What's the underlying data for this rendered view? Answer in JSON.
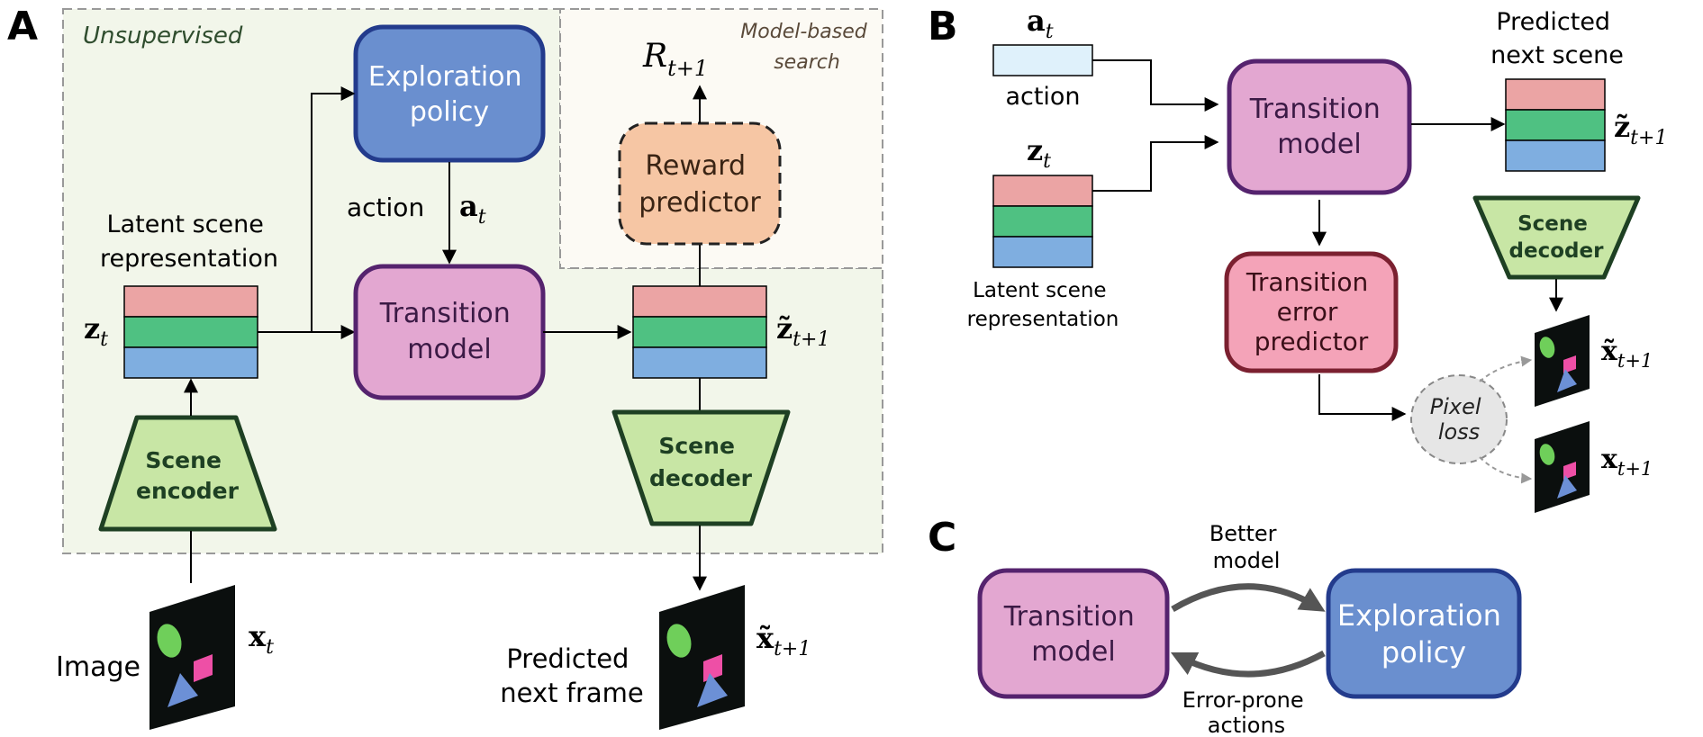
{
  "panels": {
    "A": {
      "letter": "A",
      "unsupervised_label": "Unsupervised",
      "model_based_label_line1": "Model-based",
      "model_based_label_line2": "search",
      "exploration_policy": [
        "Exploration",
        "policy"
      ],
      "action_label": "action",
      "a_t": {
        "base": "a",
        "sub": "t"
      },
      "latent_label": [
        "Latent scene",
        "representation"
      ],
      "z_t": {
        "base": "z",
        "sub": "t"
      },
      "transition_model": [
        "Transition",
        "model"
      ],
      "z_tilde_next": {
        "base": "z̃",
        "sub": "t+1"
      },
      "reward_predictor": [
        "Reward",
        "predictor"
      ],
      "R_next": {
        "base": "R",
        "sub": "t+1"
      },
      "scene_encoder": [
        "Scene",
        "encoder"
      ],
      "scene_decoder": [
        "Scene",
        "decoder"
      ],
      "image_label": "Image",
      "x_t": {
        "base": "x",
        "sub": "t"
      },
      "predicted_frame_label": [
        "Predicted",
        "next frame"
      ],
      "x_tilde_next": {
        "base": "x̃",
        "sub": "t+1"
      }
    },
    "B": {
      "letter": "B",
      "a_t": {
        "base": "a",
        "sub": "t"
      },
      "action_label": "action",
      "z_t": {
        "base": "z",
        "sub": "t"
      },
      "latent_label": [
        "Latent scene",
        "representation"
      ],
      "transition_model": [
        "Transition",
        "model"
      ],
      "predicted_scene_label": [
        "Predicted",
        "next scene"
      ],
      "z_tilde_next": {
        "base": "z̃",
        "sub": "t+1"
      },
      "scene_decoder": [
        "Scene",
        "decoder"
      ],
      "transition_error_predictor": [
        "Transition",
        "error",
        "predictor"
      ],
      "pixel_loss": [
        "Pixel",
        "loss"
      ],
      "x_tilde_next": {
        "base": "x̃",
        "sub": "t+1"
      },
      "x_next": {
        "base": "x",
        "sub": "t+1"
      }
    },
    "C": {
      "letter": "C",
      "transition_model": [
        "Transition",
        "model"
      ],
      "exploration_policy": [
        "Exploration",
        "policy"
      ],
      "better_model": [
        "Better",
        "model"
      ],
      "error_prone": [
        "Error-prone",
        "actions"
      ]
    }
  },
  "colors": {
    "green_region": "#f2f6ea",
    "beige_region": "#fcfaf4",
    "exploration_fill": "#6a8fcf",
    "exploration_stroke": "#233b8c",
    "transition_fill": "#e3a7d1",
    "transition_stroke": "#55236e",
    "reward_fill": "#f6c6a4",
    "error_fill": "#f4a3b8",
    "error_stroke": "#7b2030",
    "encoder_fill": "#c8e6a5",
    "encoder_stroke": "#1e4023",
    "latent_red": "#eba4a4",
    "latent_green": "#4fc182",
    "latent_blue": "#7faee0",
    "action_fill": "#dff1fb",
    "image_bg": "#0b0f0e",
    "shape_green": "#6fcf5a",
    "shape_pink": "#ee4fa6",
    "shape_blue": "#6c90d6",
    "pixel_loss_fill": "#e6e6e6"
  }
}
